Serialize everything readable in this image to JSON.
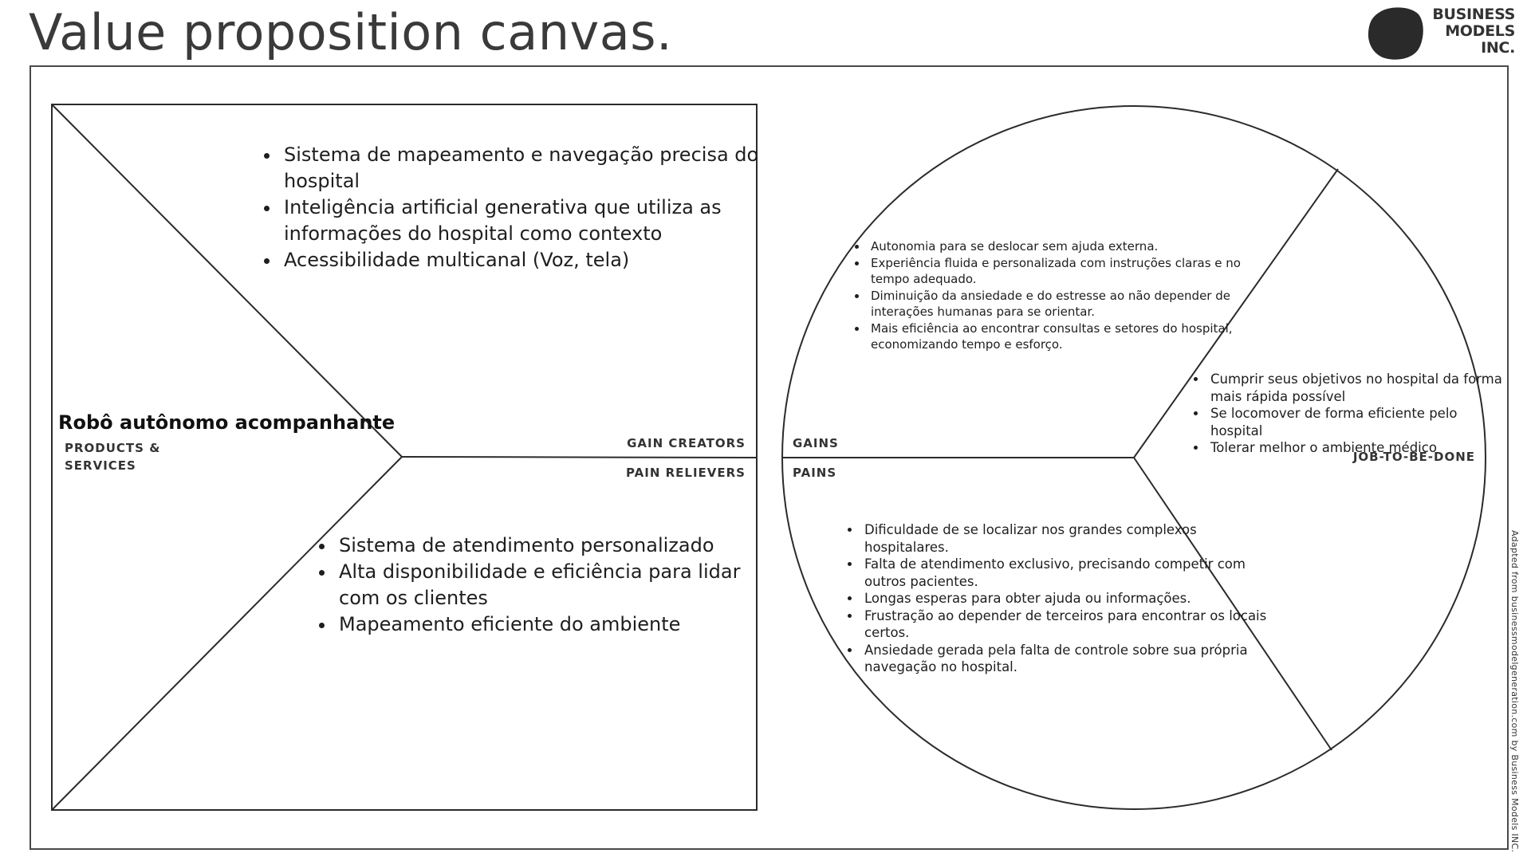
{
  "page": {
    "title": "Value proposition canvas.",
    "logo": {
      "lines": [
        "BUSINESS",
        "MODELS",
        "INC."
      ]
    },
    "attribution": "Adapted from businessmodelgeneration.com by Business Models INC."
  },
  "value_map": {
    "products_services": {
      "label": "PRODUCTS & SERVICES",
      "label_lines": [
        "PRODUCTS &",
        "SERVICES"
      ],
      "product_name": "Robô autônomo acompanhante"
    },
    "gain_creators": {
      "label": "GAIN CREATORS",
      "items": [
        "Sistema de mapeamento e navegação precisa do hospital",
        "Inteligência artificial generativa que utiliza as informações do hospital como contexto",
        "Acessibilidade multicanal (Voz, tela)"
      ]
    },
    "pain_relievers": {
      "label": "PAIN RELIEVERS",
      "items": [
        "Sistema de atendimento personalizado",
        "Alta disponibilidade e eficiência para lidar com os clientes",
        "Mapeamento eficiente do ambiente"
      ]
    }
  },
  "customer_profile": {
    "gains": {
      "label": "GAINS",
      "items": [
        "Autonomia para se deslocar sem ajuda externa.",
        "Experiência fluida e personalizada com instruções claras e no tempo adequado.",
        "Diminuição da ansiedade e do estresse ao não depender de interações humanas para se orientar.",
        "Mais eficiência ao encontrar consultas e setores do hospital, economizando tempo e esforço."
      ]
    },
    "pains": {
      "label": "PAINS",
      "items": [
        "Dificuldade de se localizar nos grandes complexos hospitalares.",
        "Falta de atendimento exclusivo, precisando competir com outros pacientes.",
        "Longas esperas para obter ajuda ou informações.",
        "Frustração ao depender de terceiros para encontrar os locais certos.",
        "Ansiedade gerada pela falta de controle sobre sua própria navegação no hospital."
      ]
    },
    "job_to_be_done": {
      "label": "JOB-TO-BE-DONE",
      "items": [
        "Cumprir seus objetivos no hospital da forma mais rápida possível",
        "Se locomover de forma eficiente pelo hospital",
        "Tolerar melhor o ambiente médico"
      ]
    }
  },
  "colors": {
    "line": "#2b2b2b",
    "frame": "#4a4a4a",
    "logo": "#2a2a2a",
    "text": "#1e1e1e"
  }
}
